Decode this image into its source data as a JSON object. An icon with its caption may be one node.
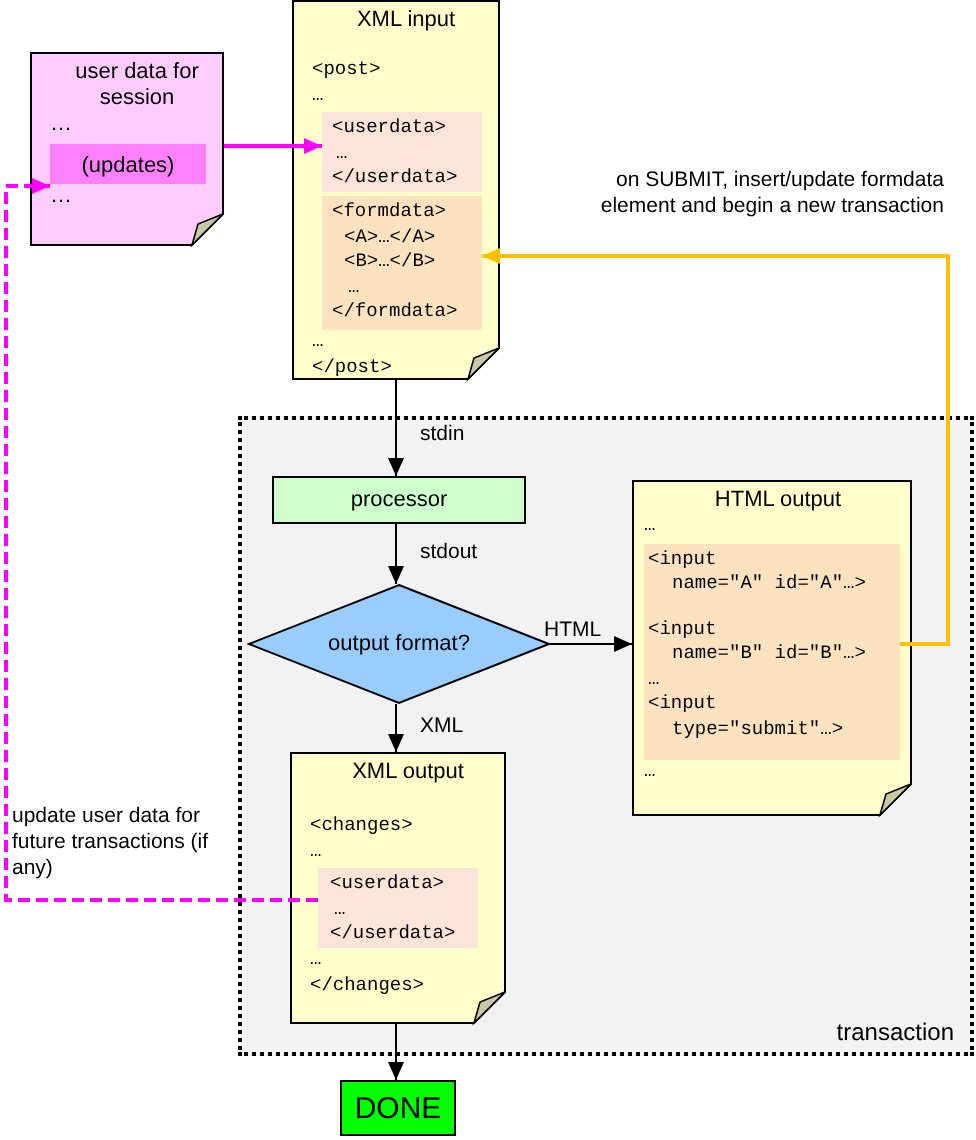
{
  "diagram": {
    "nodes": [
      {
        "text": [
          "user data for session",
          "…",
          "…"
        ]
      },
      {
        "text": [
          "(updates)"
        ],
        "in": 0
      },
      {
        "text": [
          "XML input",
          "<post>",
          "…",
          "…",
          "</post>"
        ]
      },
      {
        "text": [
          "<userdata> … </userdata>"
        ],
        "in": 2
      },
      {
        "text": [
          "<formdata> <A>…</A> <B>…</B> … </formdata>"
        ],
        "in": 2
      },
      {
        "text": [
          "transaction"
        ]
      },
      {
        "text": [
          "processor"
        ],
        "in": 5
      },
      {
        "text": [
          "output format?"
        ],
        "in": 5
      },
      {
        "text": [
          "HTML output",
          "…",
          "…"
        ],
        "in": 5
      },
      {
        "text": [
          "<input name=\"A\" id=\"A\"…> <input name=\"B\" id=\"B\"…> … <input type=\"submit\"…>"
        ],
        "in": 8
      },
      {
        "text": [
          "XML output",
          "<changes>",
          "…",
          "…",
          "</changes>"
        ],
        "in": 5
      },
      {
        "text": [
          "<userdata> … </userdata>"
        ],
        "in": 10
      },
      {
        "text": [
          "DONE"
        ]
      }
    ],
    "edges": [
      {
        "from": 0,
        "to": 3,
        "arrow": "to",
        "color": "#ff00ff"
      },
      {
        "from": 2,
        "to": 6,
        "arrow": "to",
        "label": "stdin"
      },
      {
        "from": 6,
        "to": 7,
        "arrow": "to",
        "label": "stdout"
      },
      {
        "from": 7,
        "to": 8,
        "arrow": "to",
        "label": "HTML"
      },
      {
        "from": 7,
        "to": 10,
        "arrow": "to",
        "label": "XML"
      },
      {
        "from": 10,
        "to": 12,
        "arrow": "to"
      },
      {
        "from": 9,
        "to": 4,
        "arrow": "to",
        "label": "on SUBMIT, insert/update formdata element and begin a new transaction",
        "color": "#ffc000"
      },
      {
        "from": 11,
        "to": 1,
        "arrow": "to",
        "label": "update user data for future transactions (if any)",
        "style": "dashed",
        "color": "#ff00ff"
      }
    ]
  }
}
